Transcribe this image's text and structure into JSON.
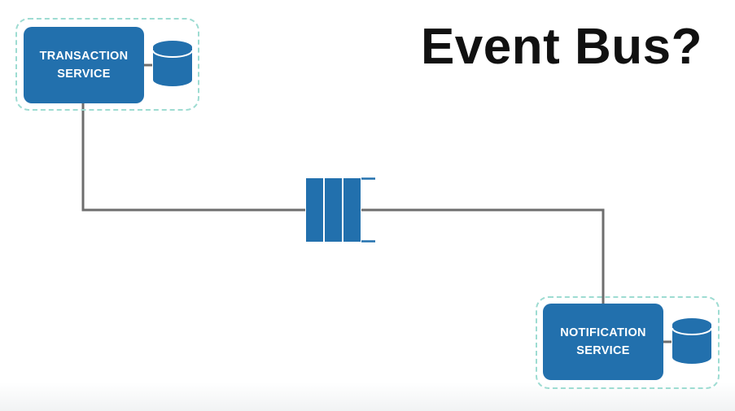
{
  "title": "Event Bus?",
  "services": {
    "transaction": {
      "line1": "TRANSACTION",
      "line2": "SERVICE"
    },
    "notification": {
      "line1": "NOTIFICATION",
      "line2": "SERVICE"
    }
  },
  "colors": {
    "service_fill": "#2270ad",
    "connector": "#6e6e6e",
    "boundary": "#9edcd2",
    "text_dark": "#111111"
  },
  "icons": {
    "database": "database-icon",
    "queue": "message-queue-icon"
  }
}
